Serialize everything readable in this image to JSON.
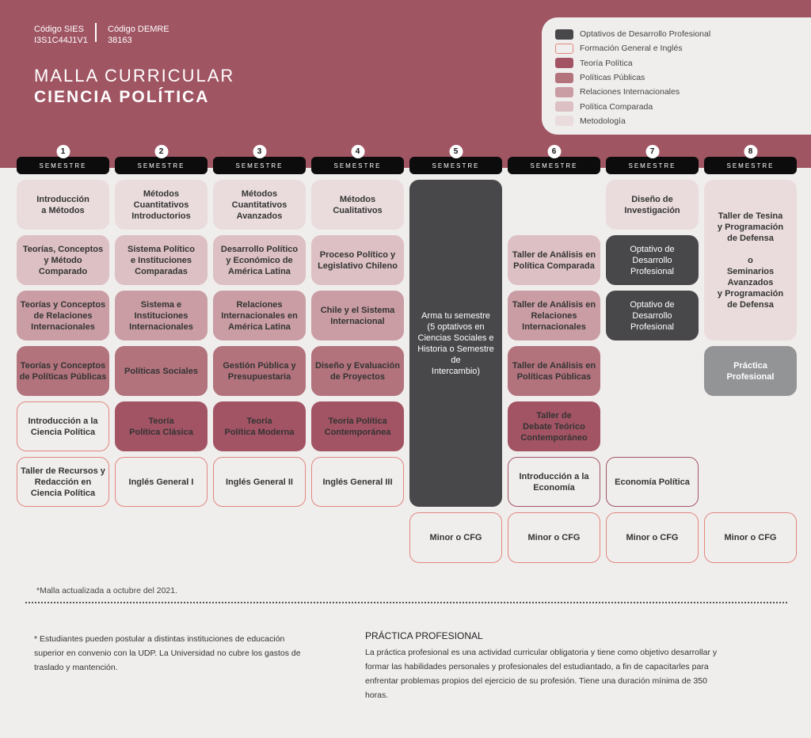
{
  "header": {
    "sies_label": "Código SIES",
    "sies_value": "I3S1C44J1V1",
    "demre_label": "Código DEMRE",
    "demre_value": "38163",
    "title_line1": "MALLA CURRICULAR",
    "title_line2": "CIENCIA POLÍTICA",
    "band_color": "#a05563"
  },
  "legend": [
    {
      "label": "Optativos de Desarrollo Profesional",
      "cls": "c-opt"
    },
    {
      "label": "Formación General e Inglés",
      "cls": "c-fg"
    },
    {
      "label": "Teoría Política",
      "cls": "c-teo"
    },
    {
      "label": "Políticas Públicas",
      "cls": "c-pp"
    },
    {
      "label": "Relaciones Internacionales",
      "cls": "c-ri"
    },
    {
      "label": "Política Comparada",
      "cls": "c-comp"
    },
    {
      "label": "Metodología",
      "cls": "c-met"
    }
  ],
  "semester_label": "SEMESTRE",
  "semesters": [
    "1",
    "2",
    "3",
    "4",
    "5",
    "6",
    "7",
    "8"
  ],
  "courses": [
    {
      "sem": 1,
      "row": 1,
      "cls": "c-met",
      "name": "Introducción\na Métodos"
    },
    {
      "sem": 1,
      "row": 2,
      "cls": "c-comp",
      "name": "Teorías, Conceptos\ny Método\nComparado"
    },
    {
      "sem": 1,
      "row": 3,
      "cls": "c-ri",
      "name": "Teorías y Conceptos\nde Relaciones\nInternacionales"
    },
    {
      "sem": 1,
      "row": 4,
      "cls": "c-pp",
      "name": "Teorías y Conceptos\nde Políticas Públicas"
    },
    {
      "sem": 1,
      "row": 5,
      "cls": "c-fg",
      "name": "Introducción a la\nCiencia Política"
    },
    {
      "sem": 1,
      "row": 6,
      "cls": "c-fg",
      "name": "Taller de Recursos y\nRedacción en\nCiencia Política"
    },
    {
      "sem": 2,
      "row": 1,
      "cls": "c-met",
      "name": "Métodos Cuantitativos\nIntroductorios"
    },
    {
      "sem": 2,
      "row": 2,
      "cls": "c-comp",
      "name": "Sistema Político\ne Instituciones\nComparadas"
    },
    {
      "sem": 2,
      "row": 3,
      "cls": "c-ri",
      "name": "Sistema e\nInstituciones\nInternacionales"
    },
    {
      "sem": 2,
      "row": 4,
      "cls": "c-pp",
      "name": "Políticas Sociales"
    },
    {
      "sem": 2,
      "row": 5,
      "cls": "c-teo",
      "name": "Teoría\nPolítica Clásica"
    },
    {
      "sem": 2,
      "row": 6,
      "cls": "c-fg",
      "name": "Inglés General I"
    },
    {
      "sem": 3,
      "row": 1,
      "cls": "c-met",
      "name": "Métodos Cuantitativos\nAvanzados"
    },
    {
      "sem": 3,
      "row": 2,
      "cls": "c-comp",
      "name": "Desarrollo Político\ny Económico de\nAmérica Latina"
    },
    {
      "sem": 3,
      "row": 3,
      "cls": "c-ri",
      "name": "Relaciones\nInternacionales en\nAmérica Latina"
    },
    {
      "sem": 3,
      "row": 4,
      "cls": "c-pp",
      "name": "Gestión Pública y\nPresupuestaria"
    },
    {
      "sem": 3,
      "row": 5,
      "cls": "c-teo",
      "name": "Teoría\nPolítica Moderna"
    },
    {
      "sem": 3,
      "row": 6,
      "cls": "c-fg",
      "name": "Inglés General II"
    },
    {
      "sem": 4,
      "row": 1,
      "cls": "c-met",
      "name": "Métodos\nCualitativos"
    },
    {
      "sem": 4,
      "row": 2,
      "cls": "c-comp",
      "name": "Proceso Político y\nLegislativo Chileno"
    },
    {
      "sem": 4,
      "row": 3,
      "cls": "c-ri",
      "name": "Chile y el Sistema\nInternacional"
    },
    {
      "sem": 4,
      "row": 4,
      "cls": "c-pp",
      "name": "Diseño y Evaluación\nde Proyectos"
    },
    {
      "sem": 4,
      "row": 5,
      "cls": "c-teo",
      "name": "Teoría Política\nContemporánea"
    },
    {
      "sem": 4,
      "row": 6,
      "cls": "c-fg",
      "name": "Inglés General III"
    },
    {
      "sem": 5,
      "row": 1,
      "span": 6,
      "cls": "c-arma",
      "name": "Arma tu semestre\n(5 optativos en\nCiencias Sociales e\nHistoria o Semestre de\nIntercambio)"
    },
    {
      "sem": 5,
      "row": 7,
      "cls": "c-fg",
      "name": "Minor o CFG"
    },
    {
      "sem": 6,
      "row": 2,
      "cls": "c-comp",
      "name": "Taller de Análisis en\nPolítica Comparada"
    },
    {
      "sem": 6,
      "row": 3,
      "cls": "c-ri",
      "name": "Taller de Análisis en\nRelaciones\nInternacionales"
    },
    {
      "sem": 6,
      "row": 4,
      "cls": "c-pp",
      "name": "Taller de Análisis en\nPolíticas Públicas"
    },
    {
      "sem": 6,
      "row": 5,
      "cls": "c-teo",
      "name": "Taller de\nDebate Teórico\nContemporáneo"
    },
    {
      "sem": 6,
      "row": 6,
      "cls": "c-fg2",
      "name": "Introducción a la\nEconomía"
    },
    {
      "sem": 6,
      "row": 7,
      "cls": "c-fg",
      "name": "Minor o CFG"
    },
    {
      "sem": 7,
      "row": 1,
      "cls": "c-met",
      "name": "Diseño de\nInvestigación"
    },
    {
      "sem": 7,
      "row": 2,
      "cls": "c-opt",
      "name": "Optativo de\nDesarrollo\nProfesional"
    },
    {
      "sem": 7,
      "row": 3,
      "cls": "c-opt",
      "name": "Optativo de\nDesarrollo\nProfesional"
    },
    {
      "sem": 7,
      "row": 6,
      "cls": "c-fg2",
      "name": "Economía Política"
    },
    {
      "sem": 7,
      "row": 7,
      "cls": "c-fg",
      "name": "Minor o CFG"
    },
    {
      "sem": 8,
      "row": 1,
      "span": 3,
      "cls": "c-met",
      "name": "Taller de Tesina\ny Programación\nde Defensa\n\no\nSeminarios Avanzados\ny Programación\nde Defensa"
    },
    {
      "sem": 8,
      "row": 4,
      "cls": "c-prac",
      "name": "Práctica\nProfesional"
    },
    {
      "sem": 8,
      "row": 7,
      "cls": "c-fg",
      "name": "Minor o CFG"
    }
  ],
  "footer": {
    "update_note": "*Malla actualizada a octubre del 2021.",
    "exchange_note": "* Estudiantes pueden postular a distintas instituciones de educación superior en convenio con la UDP. La Universidad no cubre los gastos de traslado y mantención.",
    "practice_title": "PRÁCTICA PROFESIONAL",
    "practice_text": "La práctica profesional es una actividad curricular obligatoria y tiene como objetivo desarrollar y formar las habilidades personales y profesionales del estudiantado, a fin de capacitarles para enfrentar problemas propios del ejercicio de su profesión. Tiene una duración mínima de 350 horas."
  }
}
